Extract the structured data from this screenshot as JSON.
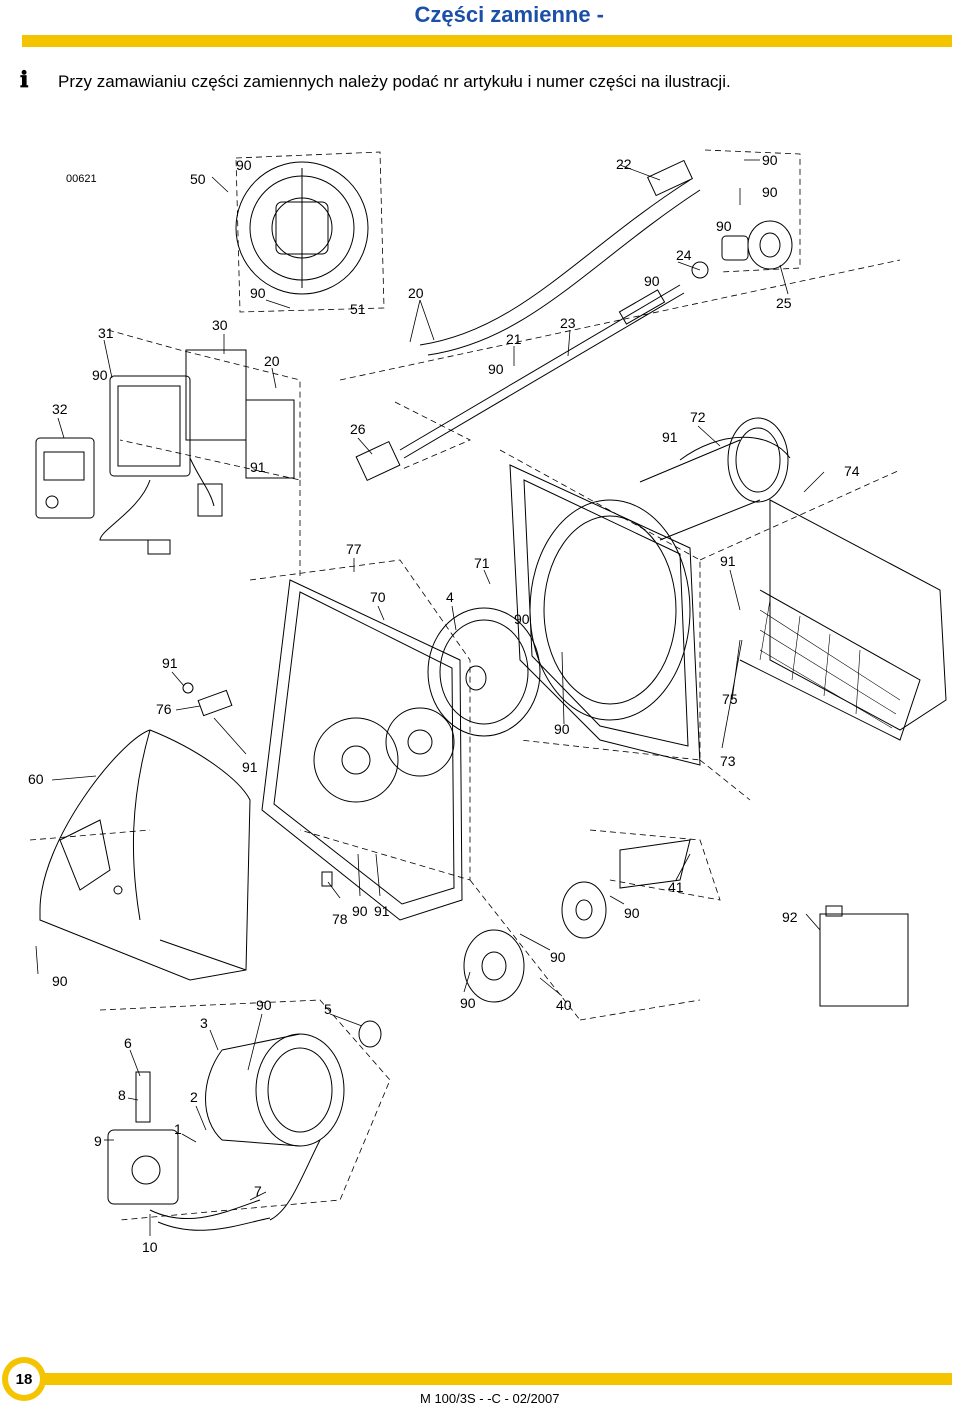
{
  "header": {
    "title": "Części zamienne -",
    "info_icon": "ℹ",
    "instruction": "Przy zamawianiu części zamiennych należy podać nr artykułu i numer części na ilustracji."
  },
  "diagram": {
    "drawing_code": "00621",
    "callouts": {
      "c_50": "50",
      "c_90_top": "90",
      "c_22": "22",
      "c_90_tr1": "90",
      "c_90_tr2": "90",
      "c_90_tr3": "90",
      "c_24": "24",
      "c_90_24": "90",
      "c_25": "25",
      "c_90_51": "90",
      "c_51": "51",
      "c_20_a": "20",
      "c_23": "23",
      "c_21": "21",
      "c_90_21": "90",
      "c_31": "31",
      "c_30": "30",
      "c_20_b": "20",
      "c_90_31": "90",
      "c_32": "32",
      "c_26": "26",
      "c_91_a": "91",
      "c_72": "72",
      "c_91_72": "91",
      "c_74": "74",
      "c_77": "77",
      "c_71": "71",
      "c_91_b": "91",
      "c_70": "70",
      "c_4": "4",
      "c_90_4": "90",
      "c_91_c": "91",
      "c_76": "76",
      "c_75": "75",
      "c_90_mid": "90",
      "c_60": "60",
      "c_91_d": "91",
      "c_73": "73",
      "c_41": "41",
      "c_78": "78",
      "c_90_78": "90",
      "c_91_78": "91",
      "c_90_41": "90",
      "c_92": "92",
      "c_90_left": "90",
      "c_90_40a": "90",
      "c_90_40b": "90",
      "c_40": "40",
      "c_90_5": "90",
      "c_5": "5",
      "c_3": "3",
      "c_6": "6",
      "c_8": "8",
      "c_2": "2",
      "c_9": "9",
      "c_1": "1",
      "c_7": "7",
      "c_10": "10"
    }
  },
  "footer": {
    "page_number": "18",
    "doc_ref": "M 100/3S -   -C - 02/2007"
  },
  "colors": {
    "title": "#1b4fa8",
    "accent_bar": "#f5c400",
    "line": "#000000"
  }
}
